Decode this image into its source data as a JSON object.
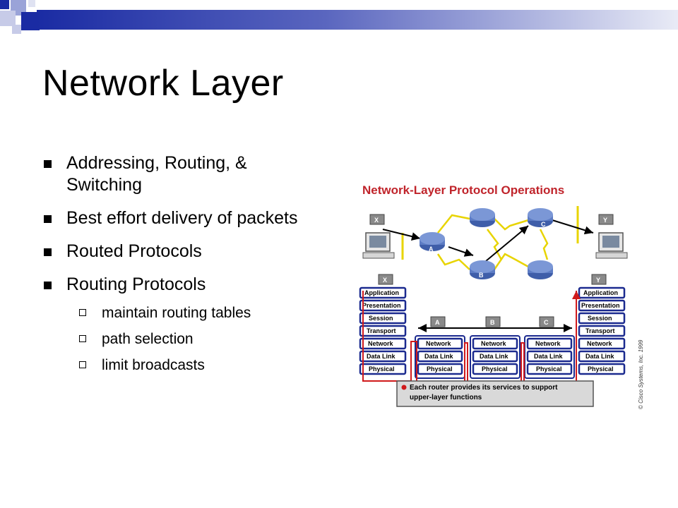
{
  "slide": {
    "title": "Network Layer",
    "bullets": [
      "Addressing, Routing, & Switching",
      "Best effort delivery of packets",
      "Routed Protocols",
      "Routing Protocols"
    ],
    "sub_bullets": [
      "maintain routing tables",
      "path selection",
      "limit broadcasts"
    ]
  },
  "figure": {
    "title": "Network-Layer Protocol Operations",
    "host_labels": [
      "X",
      "Y"
    ],
    "router_labels": [
      "A",
      "B",
      "C"
    ],
    "host_stack": [
      "Application",
      "Presentation",
      "Session",
      "Transport",
      "Network",
      "Data Link",
      "Physical"
    ],
    "router_stack": [
      "Network",
      "Data Link",
      "Physical"
    ],
    "note_line1": "Each router provides its services to support",
    "note_line2": "upper-layer functions",
    "copyright": "© Cisco Systems, Inc. 1999",
    "colors": {
      "title_red": "#c0242b",
      "stack_border": "#1b2a8f",
      "label_fill": "#8a8a8a",
      "router_blue": "#3f5ea9",
      "path_red": "#d0191b",
      "link_yellow": "#e8d400"
    }
  }
}
